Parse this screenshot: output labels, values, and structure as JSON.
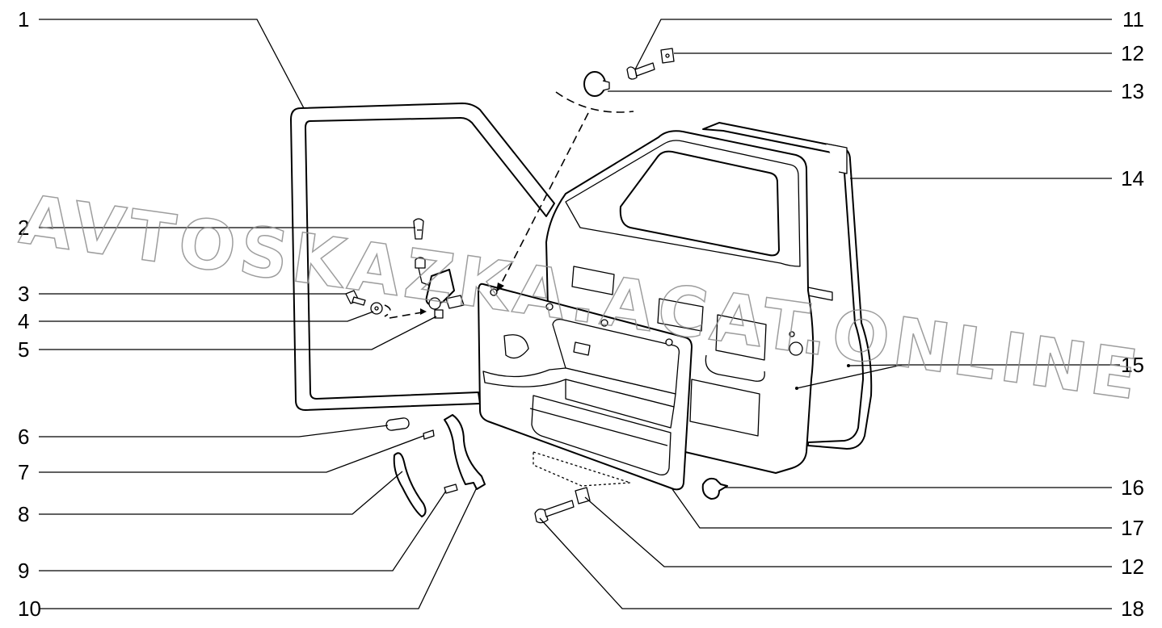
{
  "diagram": {
    "callouts_left": [
      "1",
      "2",
      "3",
      "4",
      "5",
      "6",
      "7",
      "8",
      "9",
      "10"
    ],
    "callouts_right": [
      "11",
      "12",
      "13",
      "14",
      "15",
      "16",
      "17",
      "12",
      "18"
    ]
  },
  "watermark": {
    "text": "AVTOSKAZKA.ACAT.ONLINE"
  }
}
